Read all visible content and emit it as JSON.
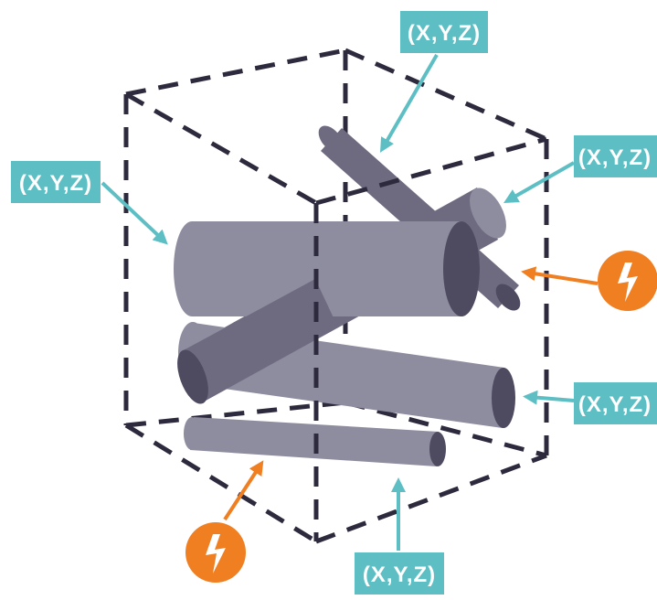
{
  "colors": {
    "label_bg": "#5dbfc4",
    "label_text": "#ffffff",
    "arrow_teal": "#5dbfc4",
    "arrow_orange": "#f07f22",
    "bolt_circle": "#f07f22",
    "bolt": "#ffffff",
    "cylinder_body": "#8e8c9f",
    "cylinder_dark": "#6e6b80",
    "cylinder_end": "#4e4a60",
    "box_dash": "#2e2a3e"
  },
  "labels": {
    "top": "(X,Y,Z)",
    "right_upper": "(X,Y,Z)",
    "left": "(X,Y,Z)",
    "right_lower": "(X,Y,Z)",
    "bottom": "(X,Y,Z)"
  },
  "icons": {
    "fault_right": "lightning-bolt-icon",
    "fault_bottom": "lightning-bolt-icon"
  }
}
